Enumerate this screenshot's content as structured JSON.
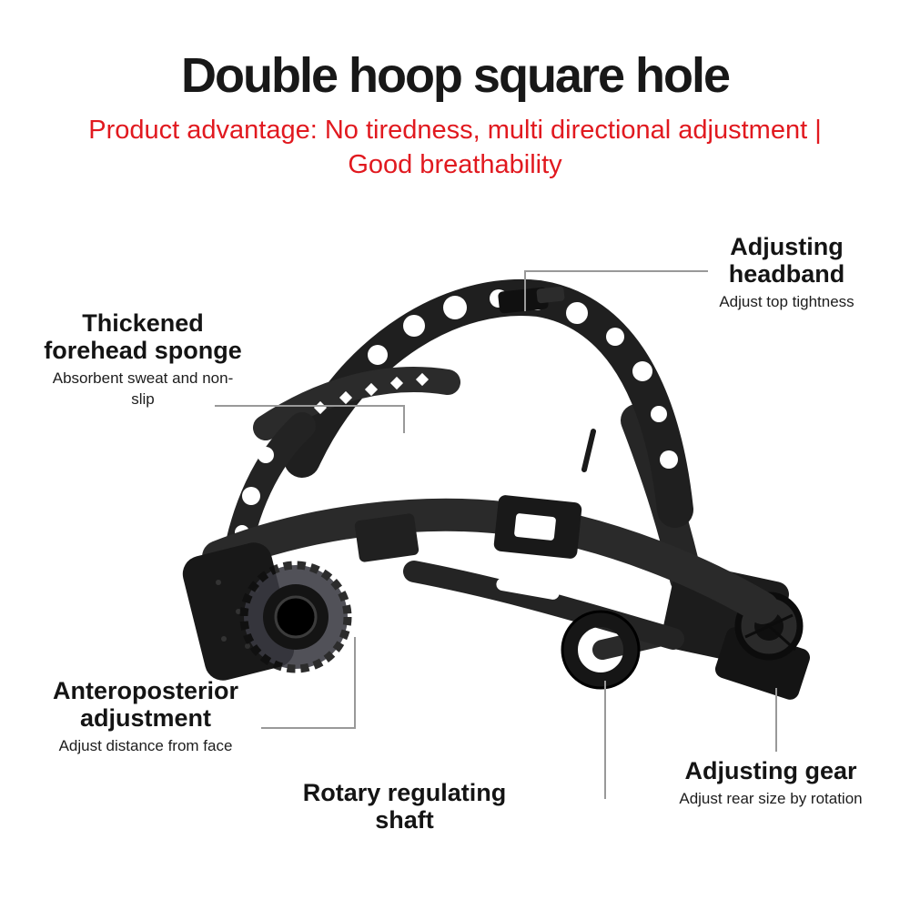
{
  "header": {
    "title": "Double hoop square hole",
    "subtitle_line1": "Product advantage: No tiredness, multi directional adjustment |",
    "subtitle_line2": "Good breathability"
  },
  "callouts": {
    "headband": {
      "title": "Adjusting headband",
      "desc": "Adjust top tightness"
    },
    "sponge": {
      "title": "Thickened forehead sponge",
      "desc": "Absorbent sweat and non-slip"
    },
    "anteroposterior": {
      "title": "Anteroposterior adjustment",
      "desc": "Adjust distance from face"
    },
    "rotary": {
      "title": "Rotary regulating shaft"
    },
    "gear": {
      "title": "Adjusting gear",
      "desc": "Adjust rear size by rotation"
    }
  },
  "colors": {
    "title_color": "#181818",
    "accent_red": "#e1191f",
    "line_gray": "#999999",
    "product_dark": "#1f1f1f"
  }
}
